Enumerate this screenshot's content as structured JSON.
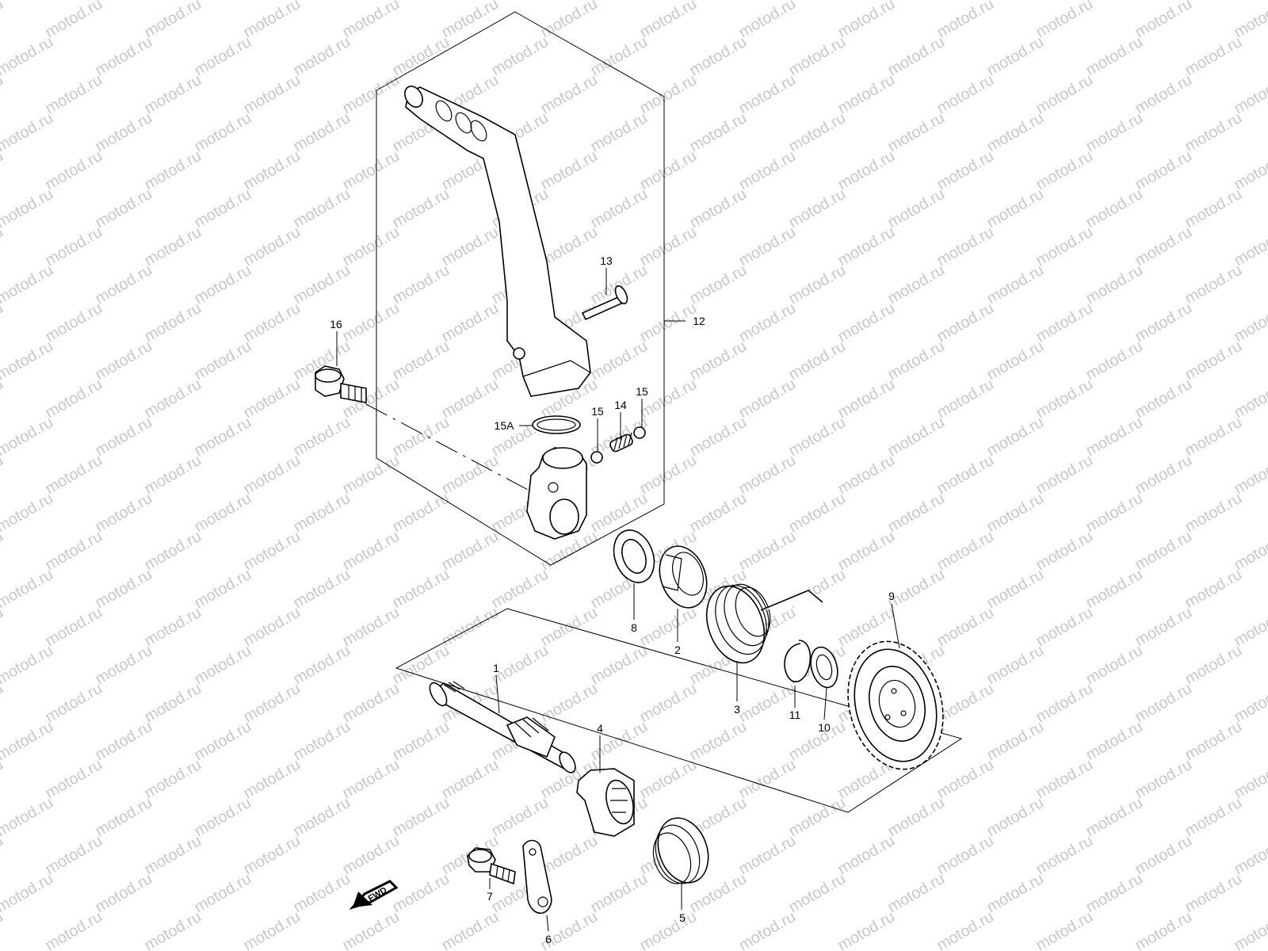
{
  "watermark": "motod.ru",
  "fwd_label": "FWD",
  "callouts": {
    "p1": "1",
    "p2": "2",
    "p3": "3",
    "p4": "4",
    "p5": "5",
    "p6": "6",
    "p7": "7",
    "p8": "8",
    "p9": "9",
    "p10": "10",
    "p11": "11",
    "p12": "12",
    "p13": "13",
    "p14": "14",
    "p15a": "15",
    "p15b": "15",
    "p15A": "15A",
    "p16": "16"
  }
}
